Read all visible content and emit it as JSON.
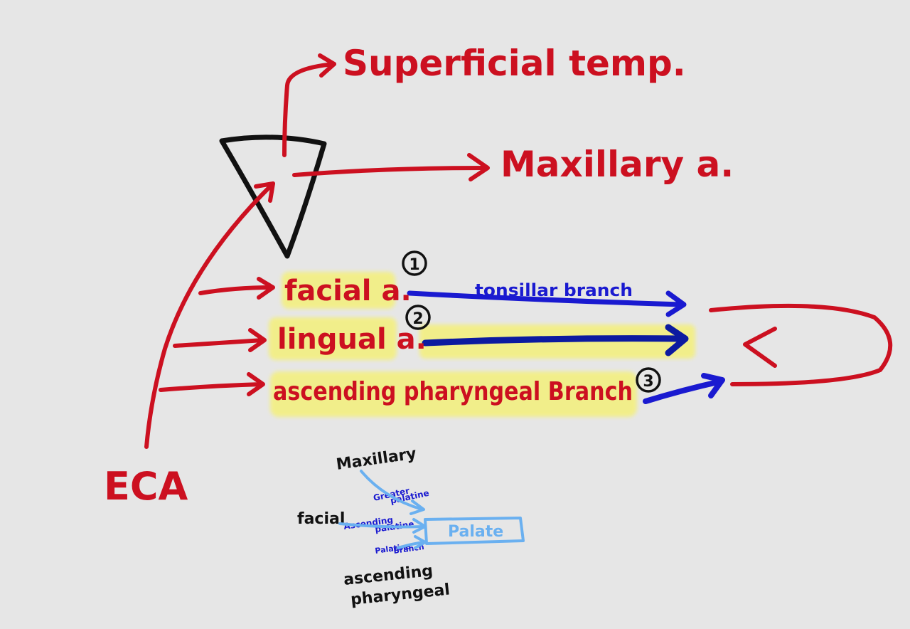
{
  "colors": {
    "background": "#e6e6e6",
    "red": "#cc1020",
    "blue": "#1a1ad0",
    "dark_blue": "#0c1aa0",
    "light_blue": "#6ab0f0",
    "highlight": "#f4f07a",
    "black": "#111111"
  },
  "labels": {
    "superficial_temp": "Superficial temp.",
    "maxillary_a": "Maxillary a.",
    "facial_a": "facial a.",
    "lingual_a": "lingual a.",
    "ascending_pharyngeal": "ascending pharyngeal Branch",
    "tonsillar_branch": "tonsillar branch",
    "eca": "ECA",
    "num_1": "1",
    "num_2": "2",
    "num_3": "3"
  },
  "sub_diagram": {
    "maxillary": "Maxillary",
    "greater_palatine_1": "Greater",
    "greater_palatine_2": "palatine",
    "facial": "facial",
    "ascending_palatine_1": "Ascending",
    "ascending_palatine_2": "palatine",
    "palatine_branch_1": "Palatine",
    "palatine_branch_2": "Branch",
    "palate": "Palate",
    "ascending_pharyngeal_1": "ascending",
    "ascending_pharyngeal_2": "pharyngeal"
  }
}
